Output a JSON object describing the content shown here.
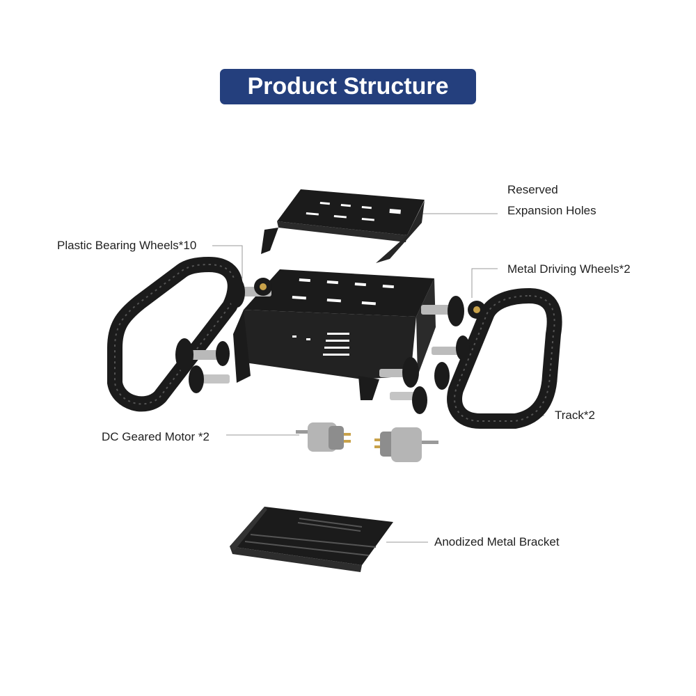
{
  "title": "Product Structure",
  "colors": {
    "title_bg": "#243f7d",
    "title_text": "#ffffff",
    "part_dark": "#1b1b1b",
    "leader_line": "#9a9a9a"
  },
  "labels": {
    "reserved_line1": "Reserved",
    "reserved_line2": "Expansion Holes",
    "plastic_bearing_wheels": "Plastic Bearing Wheels*10",
    "metal_driving_wheels": "Metal Driving Wheels*2",
    "track": "Track*2",
    "dc_geared_motor": "DC Geared Motor *2",
    "anodized_metal_bracket": "Anodized Metal Bracket"
  }
}
